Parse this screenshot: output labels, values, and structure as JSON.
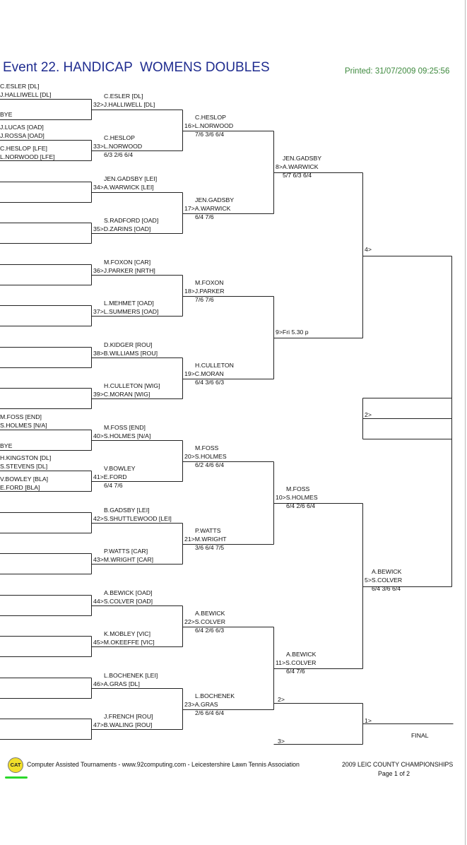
{
  "header": {
    "title": "Event 22. HANDICAP  WOMENS DOUBLES",
    "printed": "Printed: 31/07/2009 09:25:56"
  },
  "first_round": [
    {
      "top": "C.ESLER [DL]",
      "bottom": "J.HALLIWELL [DL]"
    },
    {
      "top": "BYE",
      "bottom": ""
    },
    {
      "top": "J.LUCAS [OAD]",
      "bottom": "J.ROSSA [OAD]"
    },
    {
      "top": "C.HESLOP [LFE]",
      "bottom": "L.NORWOOD [LFE]"
    },
    {
      "top": "M.FOSS [END]",
      "bottom": "S.HOLMES [N/A]"
    },
    {
      "top": "BYE",
      "bottom": ""
    },
    {
      "top": "H.KINGSTON [DL]",
      "bottom": "S.STEVENS [DL]"
    },
    {
      "top": "V.BOWLEY [BLA]",
      "bottom": "E.FORD [BLA]"
    }
  ],
  "round2": [
    {
      "top": "C.ESLER [DL]",
      "bottom": "32>J.HALLIWELL [DL]",
      "score": ""
    },
    {
      "top": "C.HESLOP",
      "bottom": "33>L.NORWOOD",
      "score": "6/3 2/6 6/4"
    },
    {
      "top": "JEN.GADSBY [LEI]",
      "bottom": "34>A.WARWICK [LEI]",
      "score": ""
    },
    {
      "top": "S.RADFORD [OAD]",
      "bottom": "35>D.ZARINS [OAD]",
      "score": ""
    },
    {
      "top": "M.FOXON [CAR]",
      "bottom": "36>J.PARKER [NRTH]",
      "score": ""
    },
    {
      "top": "L.MEHMET [OAD]",
      "bottom": "37>L.SUMMERS [OAD]",
      "score": ""
    },
    {
      "top": "D.KIDGER [ROU]",
      "bottom": "38>B.WILLIAMS [ROU]",
      "score": ""
    },
    {
      "top": "H.CULLETON [WIG]",
      "bottom": "39>C.MORAN [WIG]",
      "score": ""
    },
    {
      "top": "M.FOSS [END]",
      "bottom": "40>S.HOLMES [N/A]",
      "score": ""
    },
    {
      "top": "V.BOWLEY",
      "bottom": "41>E.FORD",
      "score": "6/4 7/6"
    },
    {
      "top": "B.GADSBY [LEI]",
      "bottom": "42>S.SHUTTLEWOOD [LEI]",
      "score": ""
    },
    {
      "top": "P.WATTS [CAR]",
      "bottom": "43>M.WRIGHT [CAR]",
      "score": ""
    },
    {
      "top": "A.BEWICK [OAD]",
      "bottom": "44>S.COLVER [OAD]",
      "score": ""
    },
    {
      "top": "K.MOBLEY [VIC]",
      "bottom": "45>M.OKEEFFE [VIC]",
      "score": ""
    },
    {
      "top": "L.BOCHENEK [LEI]",
      "bottom": "46>A.GRAS [DL]",
      "score": ""
    },
    {
      "top": "J.FRENCH [ROU]",
      "bottom": "47>B.WALING [ROU]",
      "score": ""
    }
  ],
  "round3": [
    {
      "top": "C.HESLOP",
      "bottom": "16>L.NORWOOD",
      "score": "7/6 3/6 6/4"
    },
    {
      "top": "JEN.GADSBY",
      "bottom": "17>A.WARWICK",
      "score": "6/4 7/6"
    },
    {
      "top": "M.FOXON",
      "bottom": "18>J.PARKER",
      "score": "7/6 7/6"
    },
    {
      "top": "H.CULLETON",
      "bottom": "19>C.MORAN",
      "score": "6/4 3/6 6/3"
    },
    {
      "top": "M.FOSS",
      "bottom": "20>S.HOLMES",
      "score": "6/2 4/6 6/4"
    },
    {
      "top": "P.WATTS",
      "bottom": "21>M.WRIGHT",
      "score": "3/6 6/4 7/5"
    },
    {
      "top": "A.BEWICK",
      "bottom": "22>S.COLVER",
      "score": "6/4 2/6 6/3"
    },
    {
      "top": "L.BOCHENEK",
      "bottom": "23>A.GRAS",
      "score": "2/6 6/4 6/4"
    }
  ],
  "round4": [
    {
      "top": "JEN.GADSBY",
      "bottom": "8>A.WARWICK",
      "score": "5/7 6/3 6/4"
    },
    {
      "top": "",
      "bottom": "9>Fri 5.30 p",
      "score": ""
    },
    {
      "top": "M.FOSS",
      "bottom": "10>S.HOLMES",
      "score": "6/4 2/6 6/4"
    },
    {
      "top": "A.BEWICK",
      "bottom": "11>S.COLVER",
      "score": "6/4 7/6"
    }
  ],
  "round5": [
    {
      "top": "",
      "bottom": "4>",
      "score": ""
    },
    {
      "top": "A.BEWICK",
      "bottom": "5>S.COLVER",
      "score": "6/4 3/6 6/4"
    }
  ],
  "semis": {
    "slot2": "2>",
    "slot3": "3>"
  },
  "final": {
    "slot1": "1>",
    "label": "FINAL"
  },
  "third_place": {
    "top": "2>"
  },
  "footer": {
    "logo_text": "CAT",
    "credit": "Computer Assisted Tournaments - www.92computing.com -  Leicestershire Lawn Tennis Association",
    "event": "2009 LEIC COUNTY CHAMPIONSHIPS",
    "page": "Page 1 of 2"
  }
}
